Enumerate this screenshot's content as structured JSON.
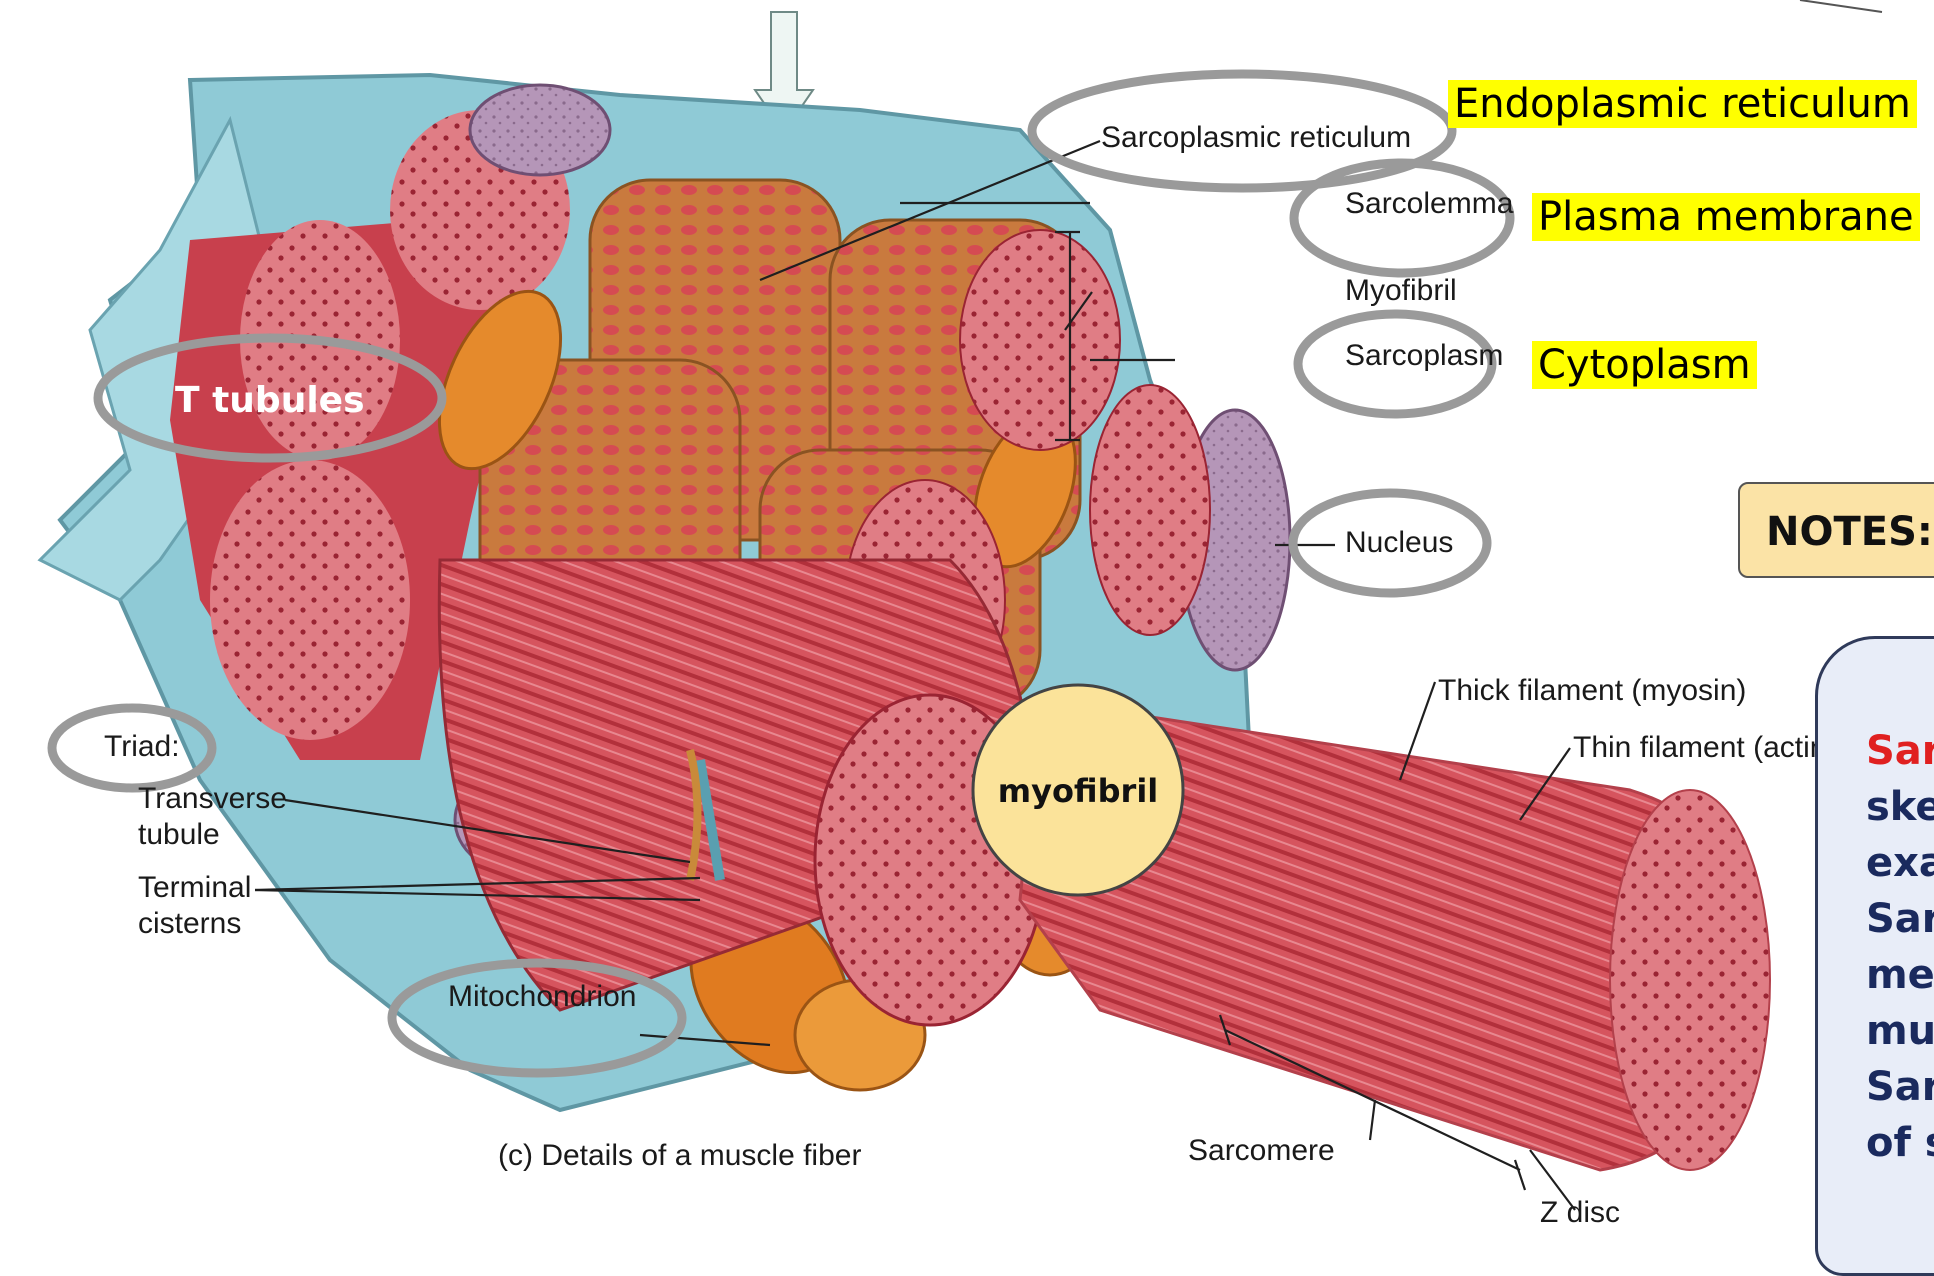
{
  "labels": {
    "sarcoplasmic_reticulum": "Sarcoplasmic reticulum",
    "sarcolemma": "Sarcolemma",
    "myofibril": "Myofibril",
    "sarcoplasm": "Sarcoplasm",
    "nucleus": "Nucleus",
    "thick_filament": "Thick filament (myosin)",
    "thin_filament": "Thin filament (actin)",
    "triad": "Triad:",
    "transverse_1": "Transverse",
    "transverse_2": "tubule",
    "terminal_1": "Terminal",
    "terminal_2": "cisterns",
    "mitochondrion": "Mitochondrion",
    "caption": "(c) Details of a muscle fiber",
    "sarcomere": "Sarcomere",
    "z_disc": "Z disc"
  },
  "annotations": {
    "endoplasmic_reticulum": "Endoplasmic reticulum",
    "plasma_membrane": "Plasma membrane",
    "cytoplasm": "Cytoplasm",
    "t_tubules": "T tubules",
    "myofibril_circle": "myofibril"
  },
  "notes": {
    "heading": "NOTES:",
    "lines": [
      "Sar",
      "ske",
      "exa",
      "Sar",
      "me",
      "mu",
      "Sar",
      "of s"
    ]
  },
  "colors": {
    "highlight": "#ffff00",
    "ellipse_stroke": "#9a9a9a",
    "circle_fill": "#fbe39a",
    "muscle_red": "#d24c58",
    "membrane_blue": "#8cc6d3"
  }
}
